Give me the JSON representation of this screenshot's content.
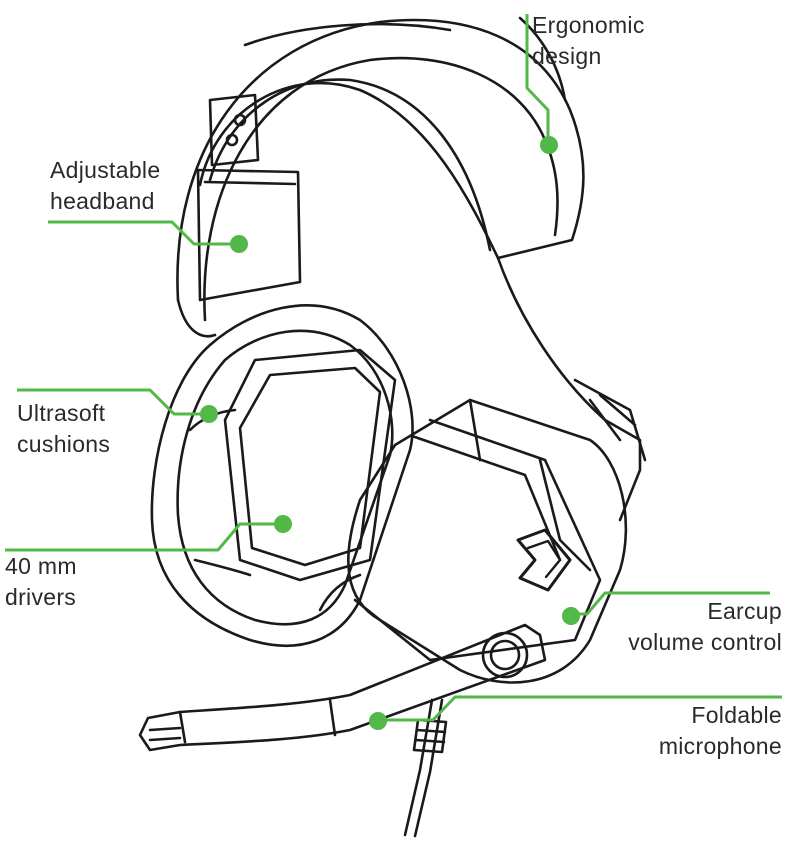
{
  "colors": {
    "accent": "#52b848",
    "line": "#1a1a1a",
    "background": "#ffffff"
  },
  "callouts": {
    "ergonomic_design": "Ergonomic\ndesign",
    "adjustable_headband": "Adjustable\nheadband",
    "ultrasoft_cushions": "Ultrasoft\ncushions",
    "drivers": "40 mm\ndrivers",
    "volume_control": "Earcup\nvolume control",
    "foldable_microphone": "Foldable\nmicrophone"
  }
}
